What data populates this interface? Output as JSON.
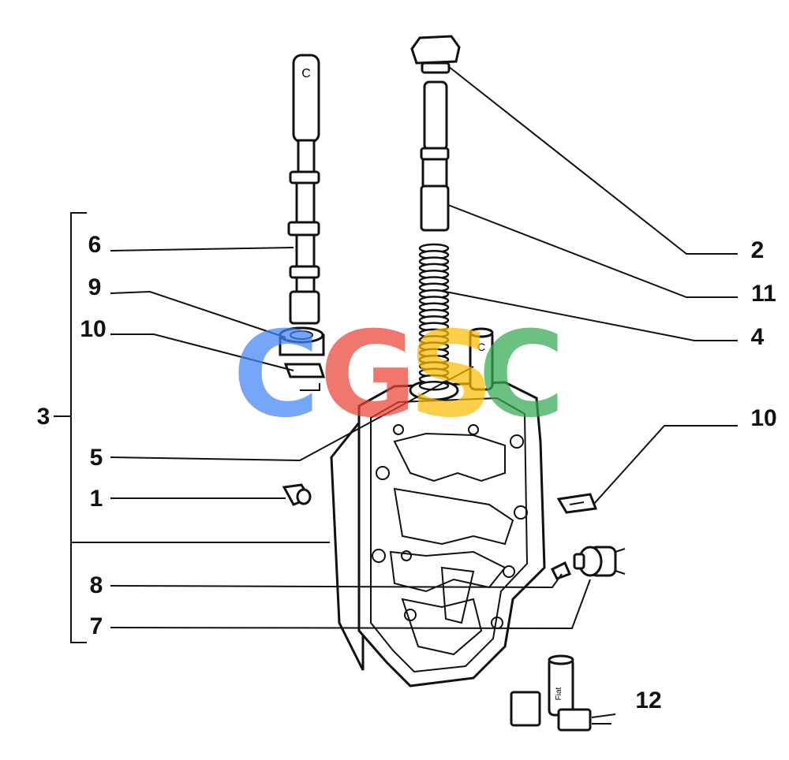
{
  "callouts": {
    "c1": "1",
    "c2": "2",
    "c3": "3",
    "c4": "4",
    "c5": "5",
    "c6": "6",
    "c7": "7",
    "c8": "8",
    "c9": "9",
    "c10_left": "10",
    "c10_right": "10",
    "c11": "11",
    "c12": "12"
  },
  "watermark": {
    "letters": [
      "C",
      "G",
      "S",
      "C"
    ],
    "colors": [
      "#4285F4",
      "#EA4335",
      "#FBBC05",
      "#34A853"
    ]
  },
  "labels_on_parts": {
    "rod_marker": "C",
    "pin_marker": "C",
    "sealant_brand": "Fiat"
  }
}
